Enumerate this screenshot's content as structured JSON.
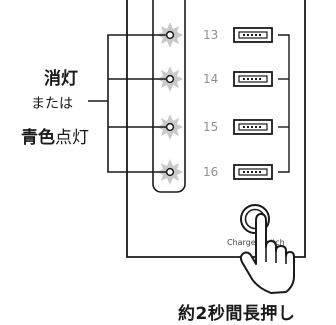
{
  "labels": {
    "off": "消灯",
    "or": "または",
    "on_bold": "青色",
    "on_rest": "点灯",
    "press": "約2秒間長押し"
  },
  "ports": [
    {
      "number": "13"
    },
    {
      "number": "14"
    },
    {
      "number": "15"
    },
    {
      "number": "16"
    }
  ],
  "button_label": "Charge Switch",
  "colors": {
    "stroke": "#1a1a1a",
    "led_glow": "#c8c8c8",
    "port_number": "#909090"
  }
}
